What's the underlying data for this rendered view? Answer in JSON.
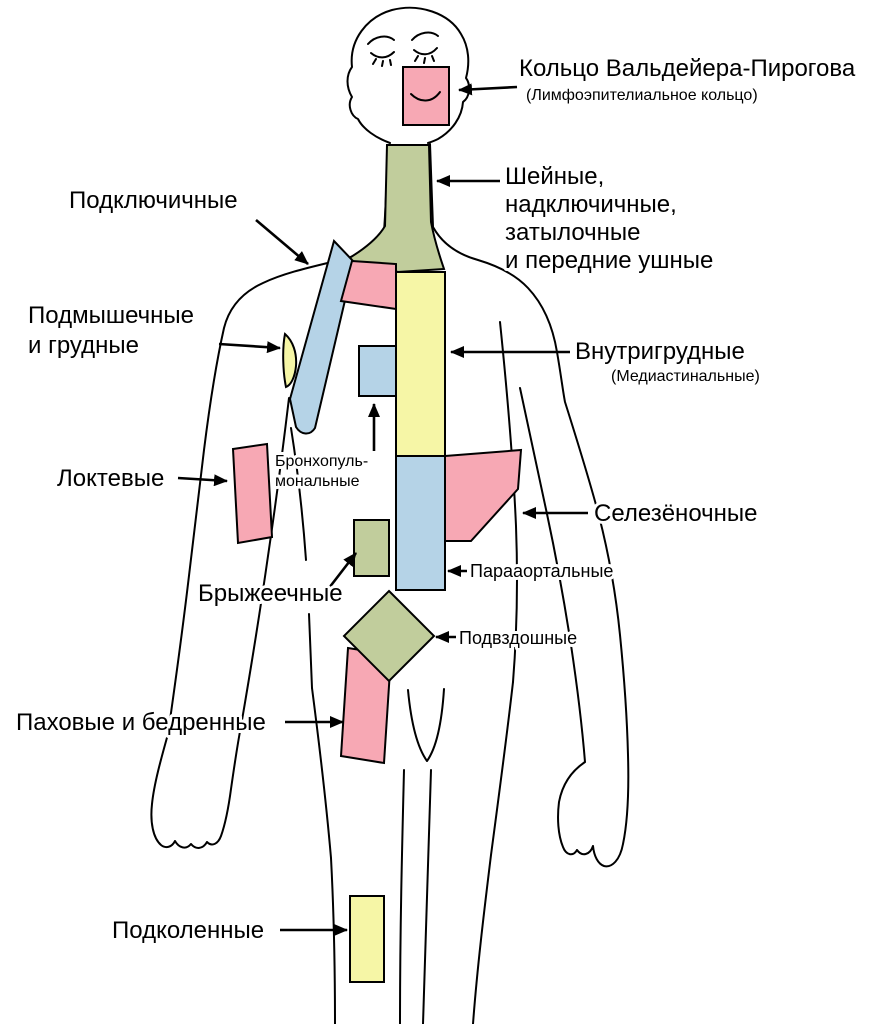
{
  "palette": {
    "pink": "#F7A8B4",
    "yellow": "#F6F6A6",
    "blue": "#B5D3E7",
    "green": "#C1CD9C",
    "line": "#000000",
    "background": "#FFFFFF"
  },
  "labels": {
    "waldeyer": {
      "title": "Кольцо Вальдейера-Пирогова",
      "subtitle": "(Лимфоэпителиальное кольцо)"
    },
    "cervical": {
      "line1": "Шейные,",
      "line2": "надключичные,",
      "line3": "затылочные",
      "line4": "и передние ушные"
    },
    "subclavian": {
      "title": "Подключичные"
    },
    "axillary": {
      "line1": "Подмышечные",
      "line2": "и грудные"
    },
    "mediastinal": {
      "title": "Внутригрудные",
      "subtitle": "(Медиастинальные)"
    },
    "bronchopulmonary": {
      "line1": "Бронхопуль-",
      "line2": "мональные"
    },
    "cubital": {
      "title": "Локтевые"
    },
    "splenic": {
      "title": "Селезёночные"
    },
    "paraaortic": {
      "title": "Парааортальные"
    },
    "mesenteric": {
      "title": "Брыжеечные"
    },
    "iliac": {
      "title": "Подвздошные"
    },
    "inguinal": {
      "title": "Паховые и бедренные"
    },
    "popliteal": {
      "title": "Подколенные"
    }
  }
}
